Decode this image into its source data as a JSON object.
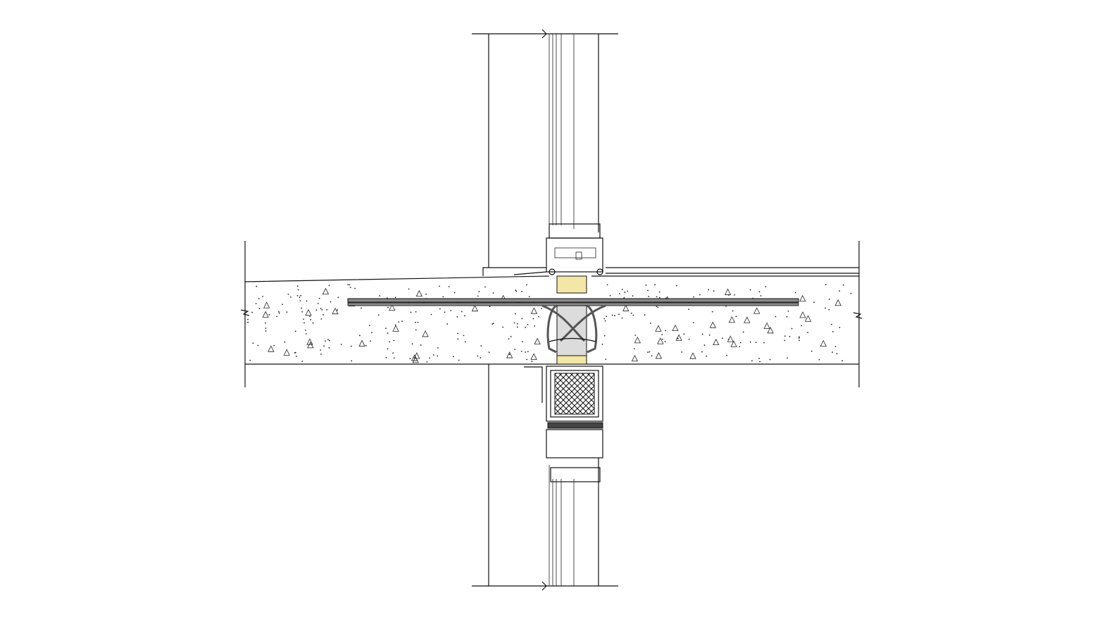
{
  "drawing": {
    "colors": {
      "line": "#111111",
      "background": "#ffffff",
      "steel_bar": "#8a8a8a",
      "insulation_yellow": "#f3e6a6",
      "core_gray": "#dcdcdc",
      "concrete_dots": "#222222"
    },
    "materials_shown": [
      "concrete-slab",
      "glazing-frame",
      "expansion-joint",
      "insulation",
      "mesh-filled-beam"
    ]
  }
}
